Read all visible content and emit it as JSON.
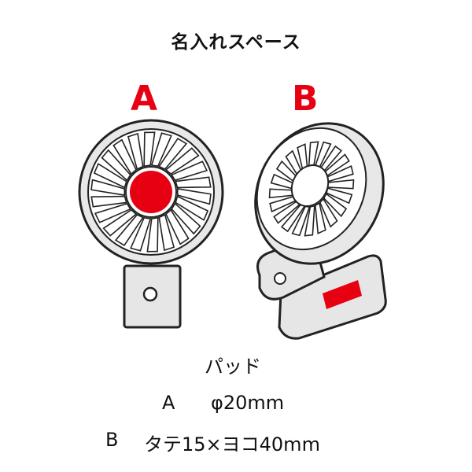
{
  "title": "名入れスペース",
  "labels": {
    "a": "A",
    "b": "B"
  },
  "spec": {
    "heading": "パッド",
    "a_letter": "A",
    "a_value": "φ20mm",
    "b_letter": "B",
    "b_value": "タテ15×ヨコ40mm"
  },
  "colors": {
    "accent": "#e60012",
    "body": "#e5e5e5",
    "line": "#222222"
  }
}
